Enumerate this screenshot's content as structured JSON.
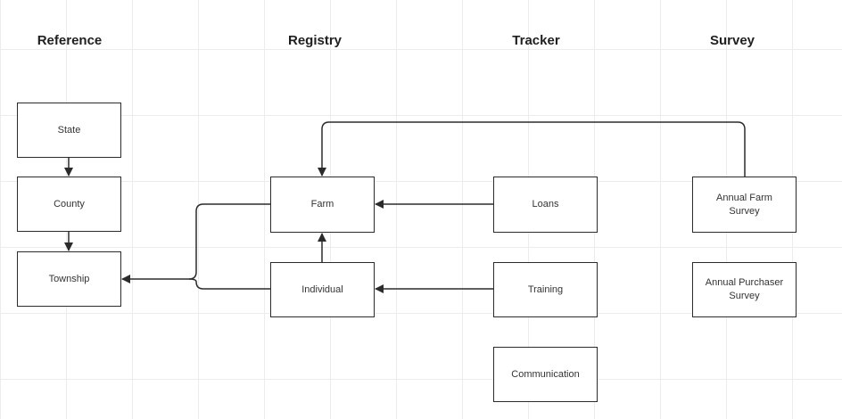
{
  "columns": {
    "reference": "Reference",
    "registry": "Registry",
    "tracker": "Tracker",
    "survey": "Survey"
  },
  "nodes": {
    "state": "State",
    "county": "County",
    "township": "Township",
    "farm": "Farm",
    "individual": "Individual",
    "loans": "Loans",
    "training": "Training",
    "communication": "Communication",
    "annual_farm_survey": "Annual Farm Survey",
    "annual_purchaser_survey": "Annual Purchaser Survey"
  },
  "colors": {
    "stroke": "#2b2b2b",
    "grid": "#ececec",
    "background": "#ffffff"
  }
}
